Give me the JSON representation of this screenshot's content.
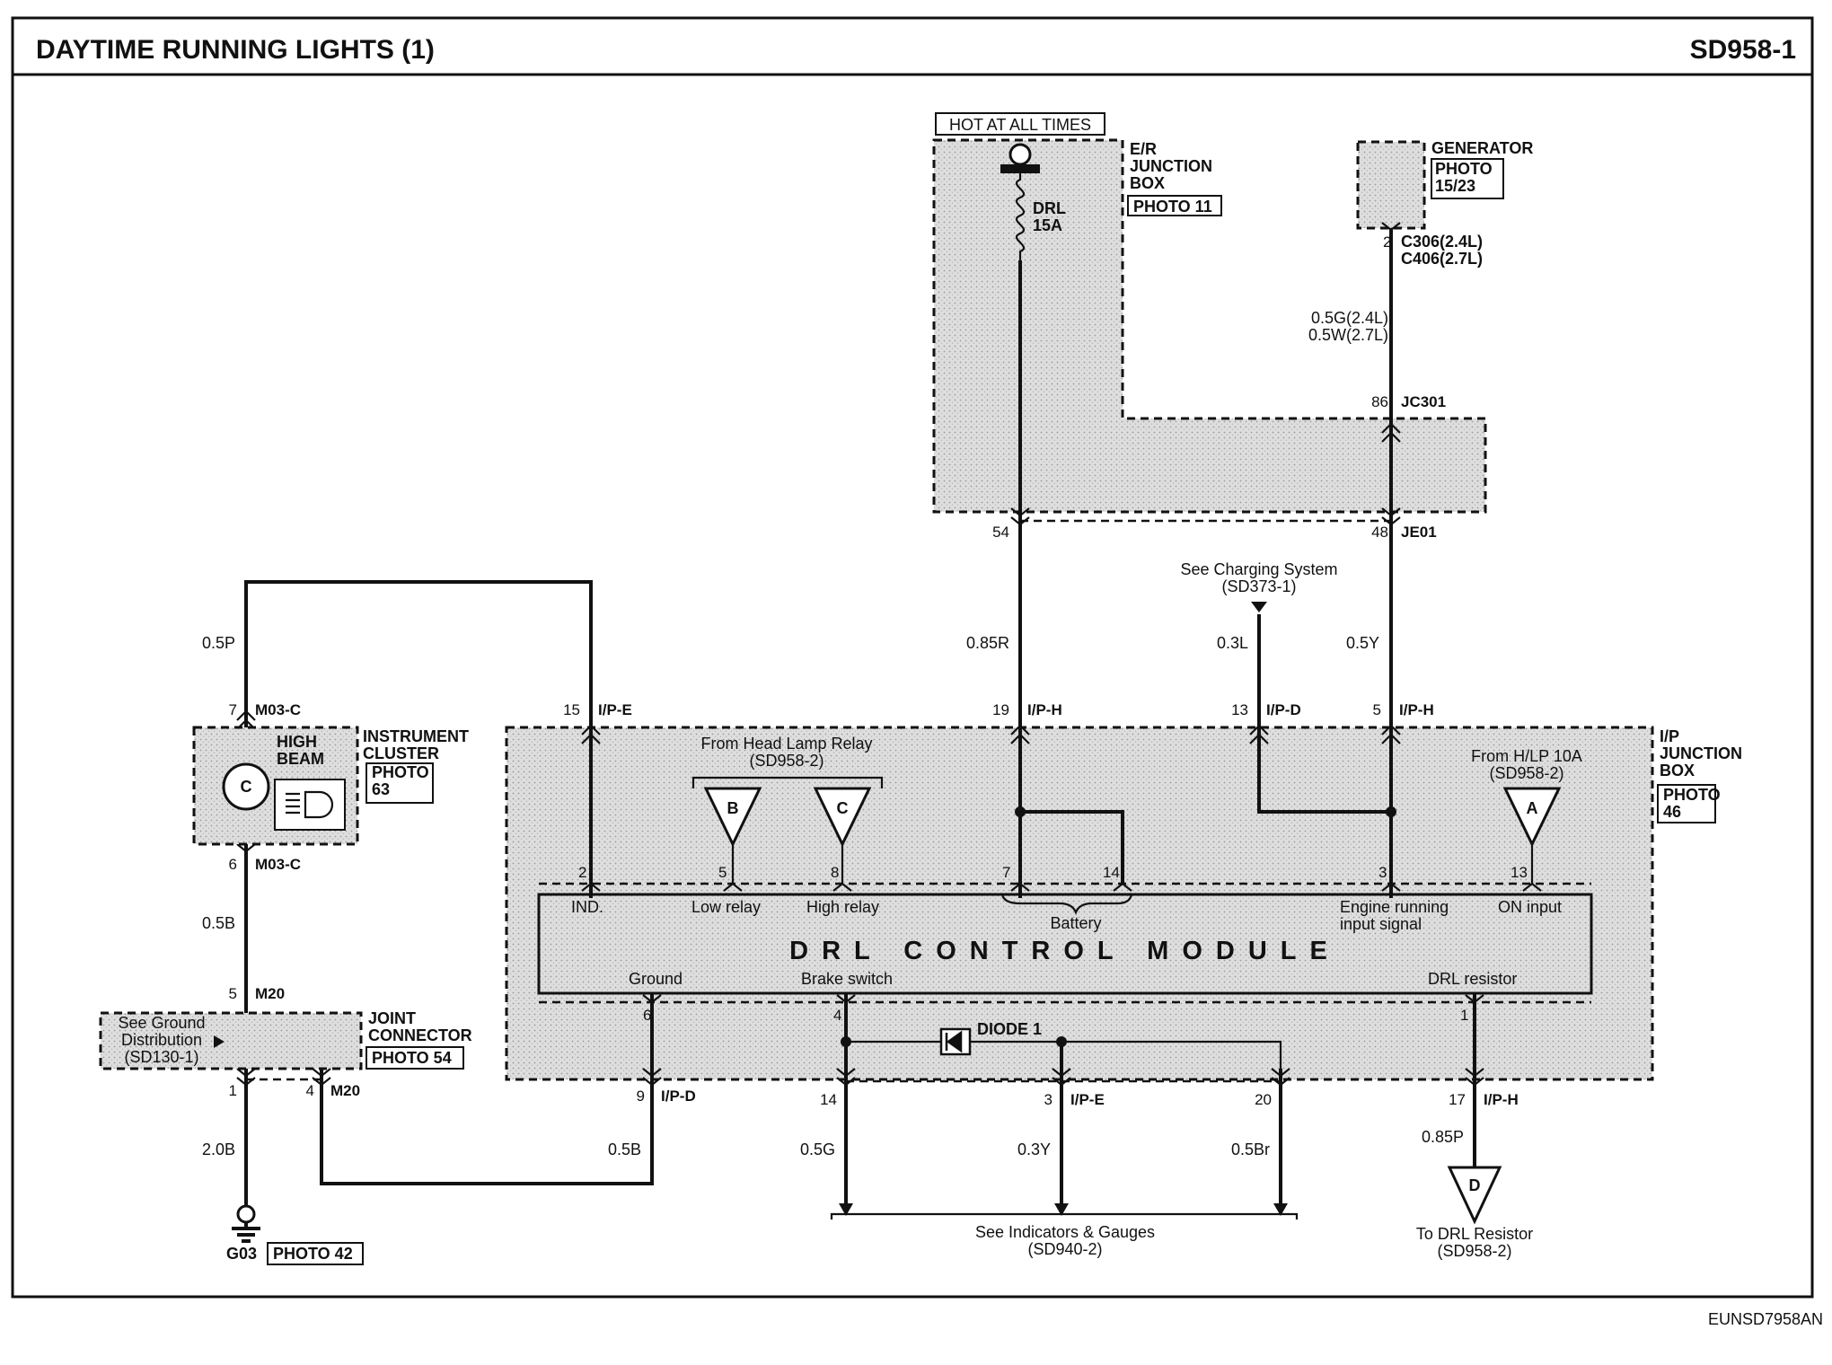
{
  "header": {
    "title": "DAYTIME RUNNING LIGHTS (1)",
    "code": "SD958-1"
  },
  "footer": {
    "drawing_id": "EUNSD7958AN"
  },
  "power": {
    "hot_label": "HOT AT ALL TIMES",
    "er_box": "E/R\nJUNCTION\nBOX",
    "er_photo": "PHOTO 11",
    "fuse": "DRL\n15A"
  },
  "generator": {
    "label": "GENERATOR",
    "photo": "PHOTO\n15/23",
    "pin": "2",
    "connectors": "C306(2.4L)\nC406(2.7L)",
    "wire": "0.5G(2.4L)\n0.5W(2.7L)"
  },
  "jc301": {
    "pin": "86",
    "label": "JC301"
  },
  "je01": {
    "pin_left": "54",
    "pin_right": "48",
    "label": "JE01"
  },
  "charging": {
    "text": "See Charging System\n(SD373-1)",
    "wire": "0.3L"
  },
  "wires": {
    "red": "0.85R",
    "yellow": "0.5Y",
    "pink": "0.5P",
    "black_upper": "0.5B",
    "black_ground": "2.0B",
    "black_lower": "0.5B",
    "green": "0.5G",
    "yellow_lower": "0.3Y",
    "brown": "0.5Br",
    "pink_lower": "0.85P"
  },
  "ip_connectors": {
    "ip_e_top": {
      "pin": "15",
      "label": "I/P-E"
    },
    "ip_h_19": {
      "pin": "19",
      "label": "I/P-H"
    },
    "ip_d_13": {
      "pin": "13",
      "label": "I/P-D"
    },
    "ip_h_5": {
      "pin": "5",
      "label": "I/P-H"
    },
    "ip_d_9": {
      "pin": "9",
      "label": "I/P-D"
    },
    "ip_14": {
      "pin": "14"
    },
    "ip_e_3": {
      "pin": "3",
      "label": "I/P-E"
    },
    "ip_20": {
      "pin": "20"
    },
    "ip_h_17": {
      "pin": "17",
      "label": "I/P-H"
    }
  },
  "ip_box": {
    "label": "I/P\nJUNCTION\nBOX",
    "photo": "PHOTO\n46"
  },
  "cluster": {
    "label": "INSTRUMENT\nCLUSTER",
    "photo": "PHOTO\n63",
    "high_beam": "HIGH\nBEAM",
    "pin_top": "7",
    "conn_top": "M03-C",
    "pin_bottom": "6",
    "conn_bottom": "M03-C"
  },
  "joint": {
    "label": "JOINT\nCONNECTOR",
    "photo": "PHOTO 54",
    "pin_top": "5",
    "conn_top": "M20",
    "note": "See Ground\nDistribution\n(SD130-1)",
    "pin_1": "1",
    "pin_4": "4",
    "conn_4": "M20"
  },
  "ground": {
    "label": "G03",
    "photo": "PHOTO 42"
  },
  "module": {
    "title": "DRL CONTROL MODULE",
    "pins_top": [
      "2",
      "5",
      "8",
      "7",
      "14",
      "3",
      "13"
    ],
    "labels_top": [
      "IND.",
      "Low relay",
      "High relay",
      "Engine running\ninput signal",
      "ON input"
    ],
    "battery": "Battery",
    "pins_bottom": [
      "6",
      "4",
      "1"
    ],
    "labels_bottom": [
      "Ground",
      "Brake switch",
      "DRL resistor"
    ]
  },
  "relay": {
    "text": "From Head Lamp Relay\n(SD958-2)",
    "b": "B",
    "c": "C"
  },
  "hlp": {
    "text": "From H/LP 10A\n(SD958-2)",
    "a": "A"
  },
  "diode": "DIODE 1",
  "indicators": "See Indicators & Gauges\n(SD940-2)",
  "resistor": {
    "text": "To DRL Resistor\n(SD958-2)",
    "d": "D"
  }
}
